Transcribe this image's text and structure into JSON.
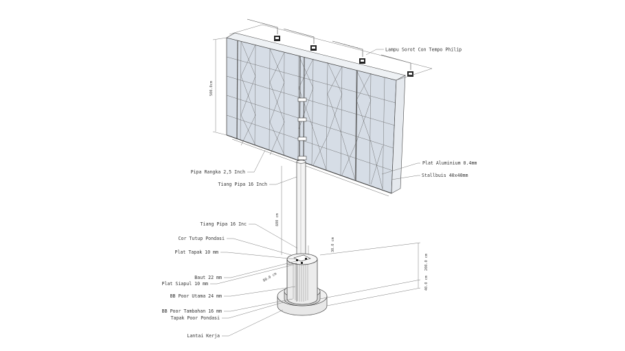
{
  "labels": {
    "lampu": "Lampu Sorot Con Tempo Philip",
    "plat_alu": "Plat Aluminium 0.4mm",
    "stallbuis": "Stallbuis 40x40mm",
    "pipa_rangka": "Pipa Rangka 2,5 Inch",
    "tiang_pipa_top": "Tiang Pipa 16 Inch",
    "tiang_pipa_low": "Tiang Pipa 16 Inc",
    "cor_tutup": "Cor Tutup Pondasi",
    "plat_tapak": "Plat Tapak 10 mm",
    "baut": "Baut 22 mm",
    "plat_siapul": "Plat Siapul 10 mm",
    "bb_utama": "BB Poor Utama 24 mm",
    "bb_tambahan": "BB Poor Tambahan 16 mm",
    "tapak_poor": "Tapak Poor Pondasi",
    "lantai_kerja": "Lantai Kerja"
  },
  "dimensions": {
    "board_height": "500.0cm",
    "pole_height": "600 cm",
    "found_height": "200.0 cm",
    "base_height": "40.0 cm",
    "plate_w": "30.0 cm",
    "plate_d": "80.0 cm"
  }
}
